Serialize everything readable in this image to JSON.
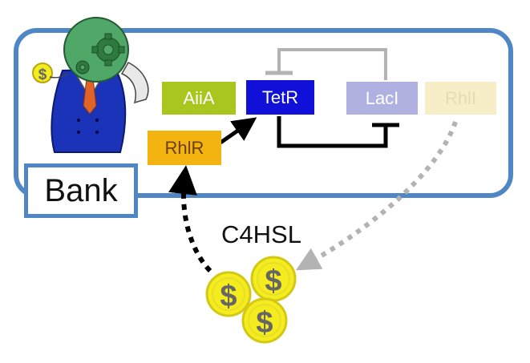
{
  "cell": {
    "label": "Bank"
  },
  "genes": {
    "aiia": "AiiA",
    "tetr": "TetR",
    "laci": "LacI",
    "rhli": "RhlI",
    "rhlr": "RhlR"
  },
  "signal": {
    "label": "C4HSL"
  },
  "coin_symbol": "$",
  "colors": {
    "cell_border": "#4f86c6",
    "aiia": "#a9c61e",
    "tetr": "#1010d8",
    "laci": "#b1b1e1",
    "rhli": "#f7edc7",
    "rhlr": "#f3b311",
    "coin": "#f4ec1c",
    "repression_gray": "#b3b3b3"
  },
  "icons": [
    "banker-icon",
    "gear-icon",
    "coin-icon",
    "arrow-icon",
    "repression-icon"
  ]
}
